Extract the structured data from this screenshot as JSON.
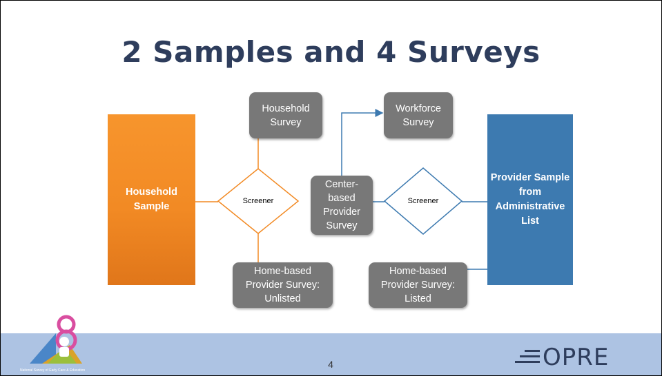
{
  "slide": {
    "title": "2 Samples and 4 Surveys",
    "page_number": "4",
    "footer_caption": "National Survey of Early Care & Education",
    "logo_text": "OPRE"
  },
  "diagram": {
    "household_sample": "Household Sample",
    "provider_sample": "Provider Sample from Administrative List",
    "household_survey": "Household Survey",
    "workforce_survey": "Workforce Survey",
    "center_based_survey": "Center-based Provider Survey",
    "home_based_unlisted": "Home-based Provider Survey: Unlisted",
    "home_based_listed": "Home-based Provider Survey: Listed",
    "screener_left": "Screener",
    "screener_right": "Screener"
  },
  "colors": {
    "title": "#2e3d5c",
    "household_orange": "#f28a24",
    "provider_blue": "#3d7ab0",
    "survey_gray": "#787878",
    "footer_band": "#adc3e3"
  }
}
